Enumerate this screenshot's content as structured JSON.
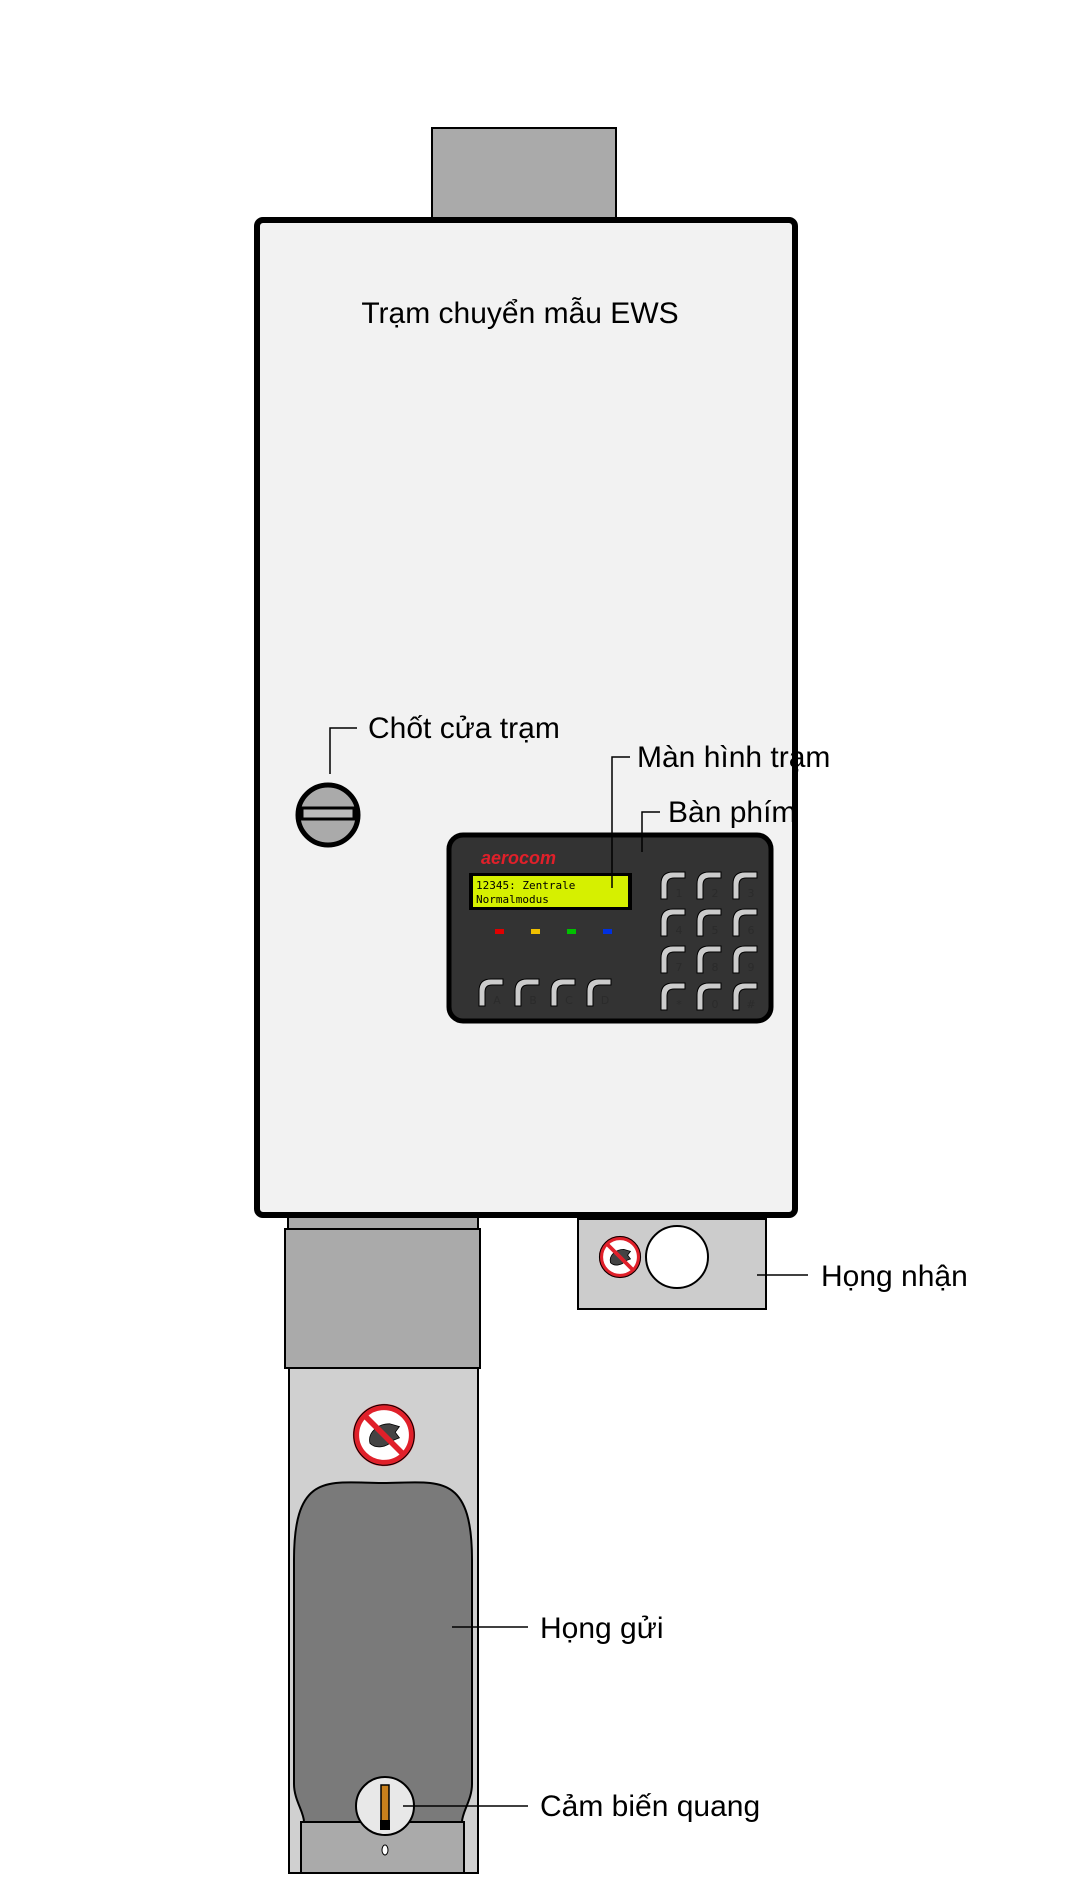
{
  "title": "Trạm chuyển mẫu EWS",
  "labels": {
    "door_latch": "Chốt cửa trạm",
    "station_screen": "Màn hình trạm",
    "keypad": "Bàn phím",
    "receive_port": "Họng nhận",
    "send_port": "Họng gửi",
    "optical_sensor": "Cảm biến quang"
  },
  "panel": {
    "brand": "aerocom",
    "lcd_line1": "12345: Zentrale",
    "lcd_line2": "Normalmodus",
    "led_colors": [
      "#e00000",
      "#f0c000",
      "#00c000",
      "#0030e0"
    ],
    "numeric_keys": [
      "1",
      "2",
      "3",
      "4",
      "5",
      "6",
      "7",
      "8",
      "9",
      "*",
      "0",
      "#"
    ],
    "function_keys": [
      "A",
      "B",
      "C",
      "D"
    ]
  },
  "colors": {
    "cabinet": "#f2f2f2",
    "panel": "#333333",
    "lcd": "#d6f000",
    "key": "#cccccc",
    "tube": "#aaaaaa",
    "chute": "#d0d0d0",
    "chute_opening": "#7a7a7a",
    "no_hand_sign": "#e0202a"
  }
}
